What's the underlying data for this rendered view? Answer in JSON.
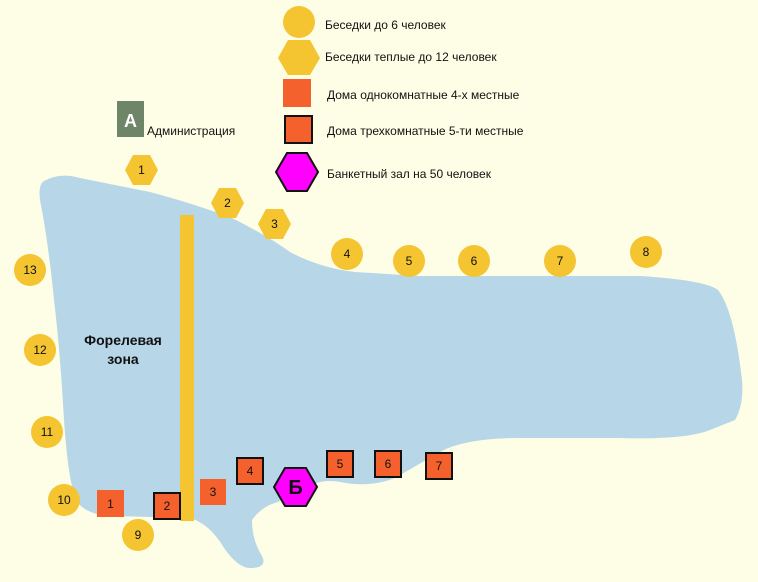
{
  "legend": {
    "small_gazebo": "Беседки до 6 человек",
    "warm_gazebo": "Беседки теплые до 12 человек",
    "single_house": "Дома однокомнатные 4-х местные",
    "triple_house": "Дома трехкомнатные 5-ти местные",
    "banquet": "Банкетный зал на 50 человек"
  },
  "admin": {
    "letter": "А",
    "label": "Администрация"
  },
  "zone": {
    "line1": "Форелевая",
    "line2": "зона"
  },
  "banquet": {
    "letter": "Б"
  },
  "gazebos_small": [
    "4",
    "5",
    "6",
    "7",
    "8",
    "9",
    "10",
    "11",
    "12",
    "13"
  ],
  "gazebos_warm": [
    "1",
    "2",
    "3"
  ],
  "houses_single": [
    "1",
    "3"
  ],
  "houses_triple": [
    "2",
    "4",
    "5",
    "6",
    "7"
  ],
  "colors": {
    "background": "#fefee6",
    "water": "#b7d7e8",
    "gazebo": "#f4c431",
    "house": "#f5612c",
    "admin": "#6e8567",
    "banquet": "#ff00ff",
    "bridge": "#f4c431"
  }
}
